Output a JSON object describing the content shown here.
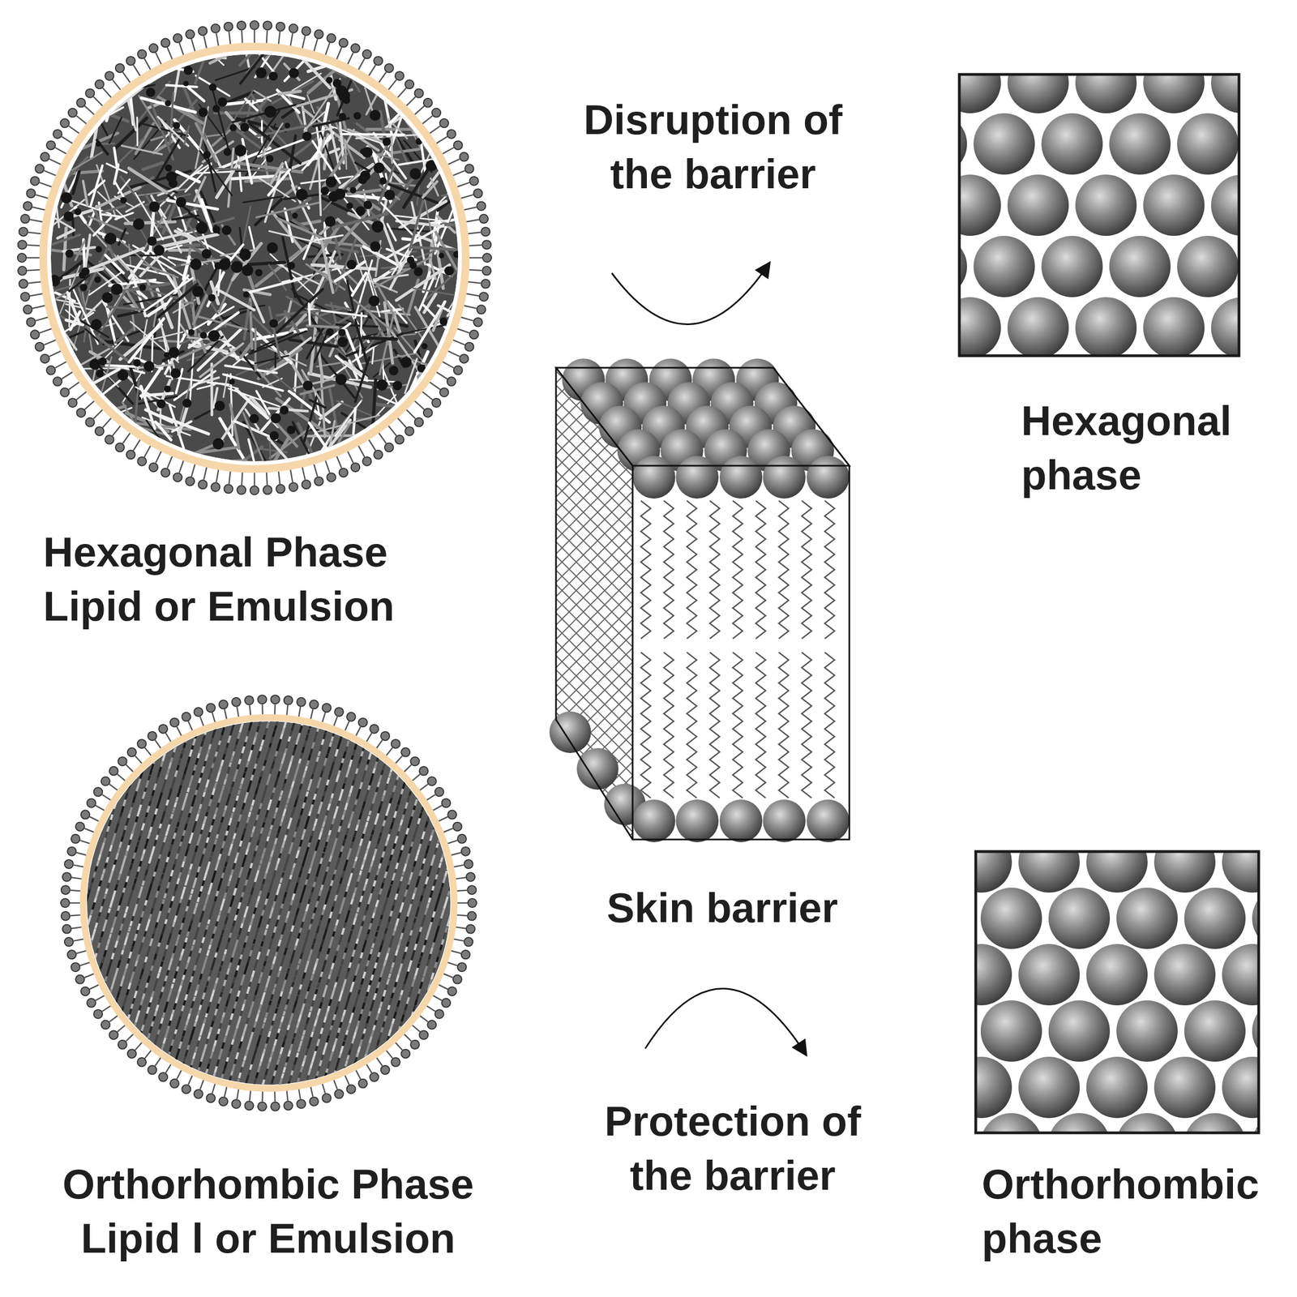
{
  "diagram": {
    "nodes": [
      {
        "text": [
          "Hexagonal Phase Lipid or Emulsion"
        ]
      },
      {
        "text": [
          "Hexagonal phase"
        ]
      },
      {
        "text": [
          "Skin barrier"
        ]
      },
      {
        "text": [
          "Orthorhombic Phase Lipid l or Emulsion"
        ]
      },
      {
        "text": [
          "Orthorhombic phase"
        ]
      }
    ],
    "labels": [
      "Disruption of the barrier",
      "Protection of the barrier"
    ]
  }
}
